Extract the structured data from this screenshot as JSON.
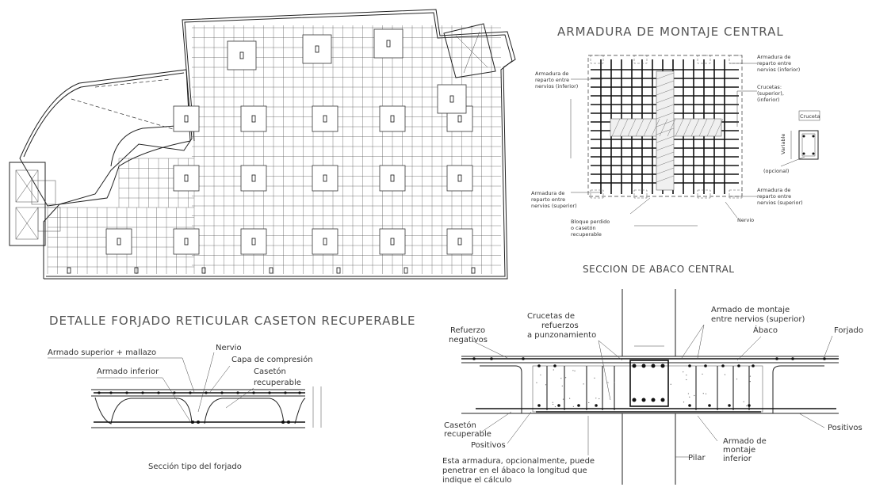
{
  "titles": {
    "montaje": "ARMADURA DE MONTAJE CENTRAL",
    "abaco": "SECCION DE ABACO CENTRAL",
    "detalle": "DETALLE FORJADO RETICULAR CASETON RECUPERABLE",
    "seccion_tipo": "Sección tipo del forjado"
  },
  "montaje_labels": {
    "reparto_inf_left": [
      "Armadura de",
      "reparto entre",
      "nervios (inferior)"
    ],
    "reparto_inf_right": [
      "Armadura de",
      "reparto entre",
      "nervios (inferior)"
    ],
    "crucetas": [
      "Crucetas:",
      "(superior),",
      "(inferior)"
    ],
    "reparto_sup_left": [
      "Armadura de",
      "reparto entre",
      "nervios (superior)"
    ],
    "reparto_sup_right": [
      "Armadura de",
      "reparto entre",
      "nervios (superior)"
    ],
    "bloque": [
      "Bloque perdido",
      "o casetón",
      "recuperable"
    ],
    "nervio": "Nervio",
    "cruceta": "Cruceta",
    "variable": "Variable",
    "opcional": "(opcional)"
  },
  "abaco_labels": {
    "crucetas": [
      "Crucetas de",
      "refuerzos",
      "a punzonamiento"
    ],
    "montaje_sup": [
      "Armado de montaje",
      "entre nervios (superior)"
    ],
    "refuerzo": [
      "Refuerzo",
      "negativos"
    ],
    "abaco": "Ábaco",
    "forjado": "Forjado",
    "caseton": [
      "Casetón",
      "recuperable"
    ],
    "positivos_left": "Positivos",
    "positivos_right": "Positivos",
    "montaje_inf": [
      "Armado de",
      "montaje",
      "inferior"
    ],
    "pilar": "Pilar",
    "nota": [
      "Esta armadura, opcionalmente, puede",
      "penetrar en el ábaco la longitud que",
      "indique el cálculo"
    ]
  },
  "detalle_labels": {
    "armado_sup": "Armado superior + mallazo",
    "nervio": "Nervio",
    "capa": "Capa de compresión",
    "armado_inf": "Armado inferior",
    "caseton": [
      "Casetón",
      "recuperable"
    ]
  }
}
